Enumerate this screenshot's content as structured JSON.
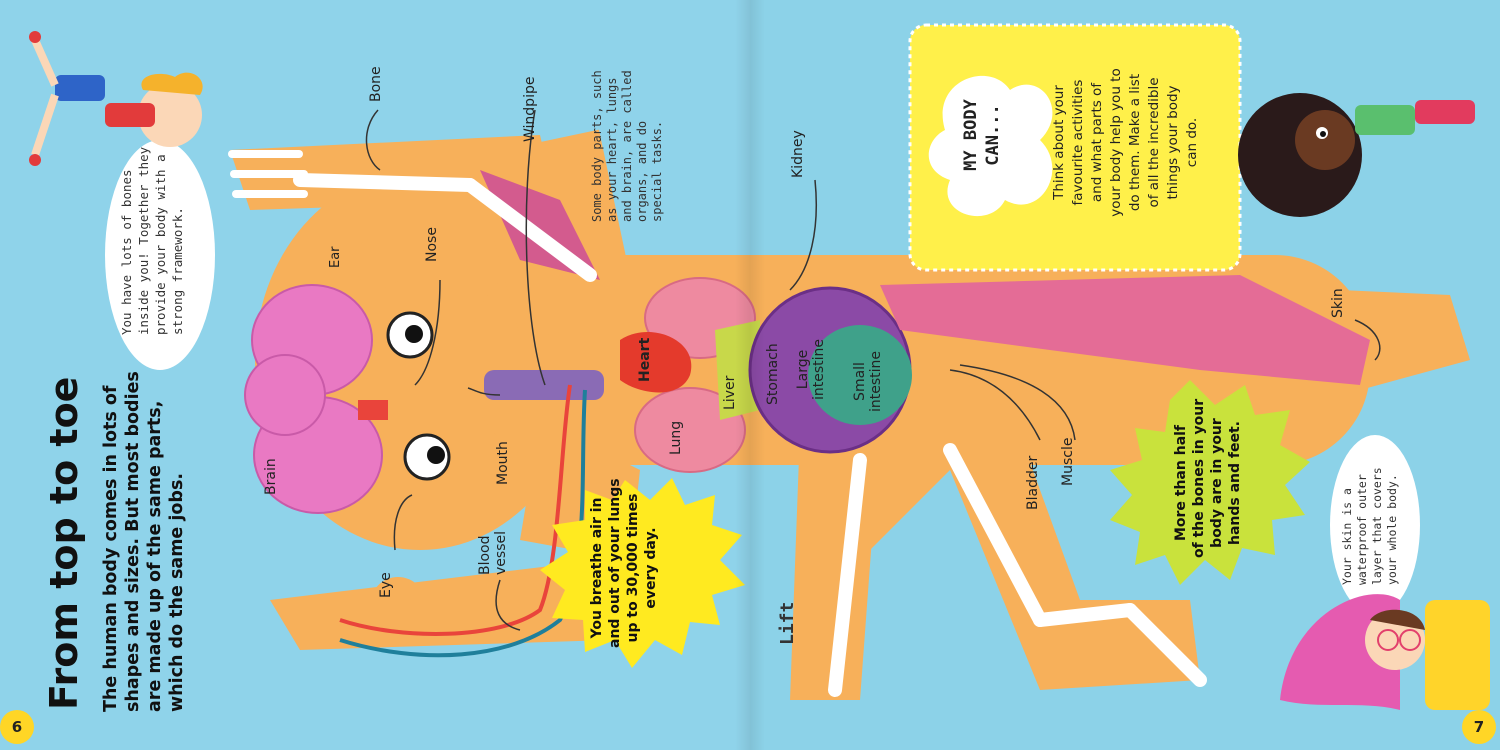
{
  "heading": {
    "title": "From top to toe"
  },
  "intro": {
    "lines": [
      "The human body comes in lots of",
      "shapes and sizes. But most bodies",
      "are made up of the same parts,",
      "which do the same jobs."
    ]
  },
  "bones_bubble": {
    "lines": [
      "You have lots of bones",
      "inside you! Together they",
      "provide your body with a",
      "strong framework."
    ]
  },
  "organs_note": {
    "lines": [
      "Some body parts, such",
      "as your heart, lungs",
      "and brain, are called",
      "organs, and do",
      "special tasks."
    ]
  },
  "breathe_burst": {
    "lines": [
      "You breathe air in",
      "and out of your lungs",
      "up to 30,000 times",
      "every day."
    ]
  },
  "bones_fact_burst": {
    "lines": [
      "More than half",
      "of the bones in your",
      "body are in your",
      "hands and feet."
    ]
  },
  "skin_bubble": {
    "lines": [
      "Your skin is a",
      "waterproof outer",
      "layer that covers",
      "your whole body."
    ]
  },
  "my_body_card": {
    "heading_lines": [
      "MY BODY",
      "CAN..."
    ],
    "lines": [
      "Think about your",
      "favourite activities",
      "and what parts of",
      "your body help you to",
      "do them. Make a list",
      "of all the incredible",
      "things your body",
      "can do."
    ]
  },
  "labels": {
    "bone": "Bone",
    "windpipe": "Windpipe",
    "ear": "Ear",
    "nose": "Nose",
    "heart": "Heart",
    "lung": "Lung",
    "brain": "Brain",
    "mouth": "Mouth",
    "eye": "Eye",
    "blood_vessel": [
      "Blood",
      "vessel"
    ],
    "liver": "Liver",
    "stomach": "Stomach",
    "large_intestine": [
      "Large",
      "intestine"
    ],
    "small_intestine": [
      "Small",
      "intestine"
    ],
    "kidney": "Kidney",
    "bladder": "Bladder",
    "muscle": "Muscle",
    "skin": "Skin"
  },
  "lift_text": "Lift",
  "page_numbers": {
    "left": "6",
    "right": "7"
  },
  "colors": {
    "background": "#8fd3ea",
    "body": "#f7b05a",
    "page_badge": "#ffd626",
    "burst": "#ffea20",
    "burst_green": "#c9e23c",
    "card": "#fff04a"
  }
}
